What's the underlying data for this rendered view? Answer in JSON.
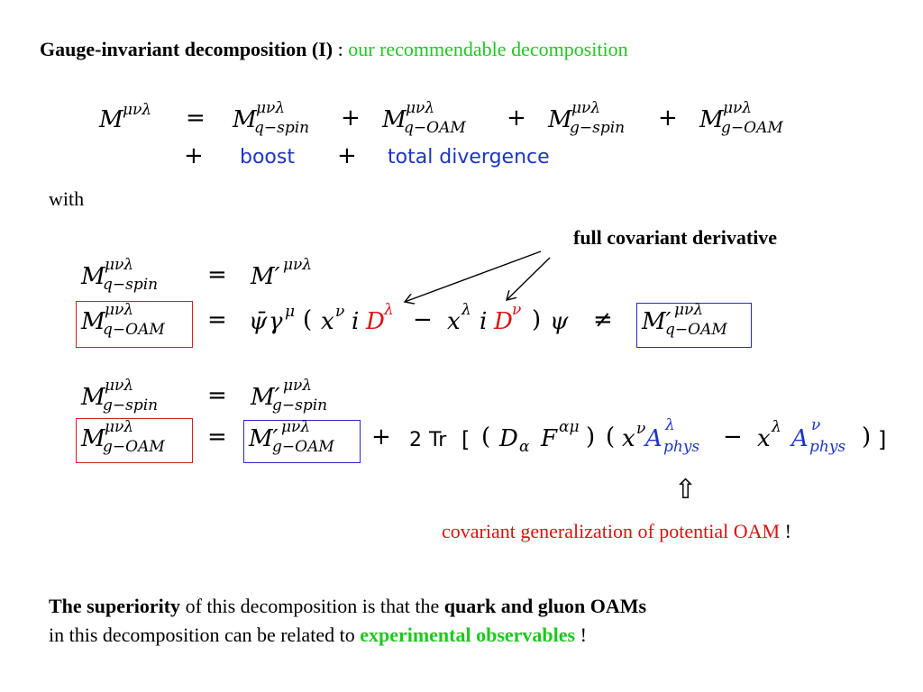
{
  "title": {
    "bold": "Gauge-invariant decomposition (I)",
    "sep": " : ",
    "green": "our recommendable decomposition"
  },
  "eq1": {
    "lhs": "M",
    "lhs_sup": "μνλ",
    "eq": "=",
    "plus": "+",
    "terms": [
      {
        "base": "M",
        "sup": "μνλ",
        "sub": "q−spin"
      },
      {
        "base": "M",
        "sup": "μνλ",
        "sub": "q−OAM"
      },
      {
        "base": "M",
        "sup": "μνλ",
        "sub": "g−spin"
      },
      {
        "base": "M",
        "sup": "μνλ",
        "sub": "g−OAM"
      }
    ],
    "boost": "boost",
    "total_divergence": "total divergence"
  },
  "with_label": "with",
  "full_cov_label": "full covariant derivative",
  "qspin": {
    "lhs_sub": "q−spin",
    "rhs_prime": "M′",
    "sup": "μνλ",
    "eq": "="
  },
  "qoam": {
    "lhs_sub": "q−OAM",
    "psibar": "ψ̄",
    "gamma": "γ",
    "gamma_sup": "μ",
    "open": "(",
    "x": "x",
    "nu": "ν",
    "lambda": "λ",
    "i": "i",
    "D": "D",
    "minus": "−",
    "close": ")",
    "psi": "ψ",
    "neq": "≠",
    "rhs_sub": "q−OAM"
  },
  "gspin": {
    "lhs_sub": "g−spin",
    "rhs_sub": "g−spin"
  },
  "goam": {
    "lhs_sub": "g−OAM",
    "rhs_sub": "g−OAM",
    "two": "2",
    "tr": "Tr",
    "lbr": "[",
    "rbr": "]",
    "D_alpha": "D",
    "alpha": "α",
    "F": "F",
    "F_sup": "αμ",
    "A": "A",
    "phys": "phys"
  },
  "arrow_glyph": "⇧",
  "cov_gen": {
    "red": "covariant generalization of potential OAM",
    "end": " !"
  },
  "bottom": {
    "line1_bold1": "The superiority",
    "line1_mid": " of this decomposition is that the ",
    "line1_bold2": "quark and gluon OAMs",
    "line2_start": "in this decomposition can be related to ",
    "line2_green": "experimental observables",
    "line2_end": " !"
  },
  "colors": {
    "green": "#1ec81e",
    "red": "#dd1111",
    "blue": "#1d35c8"
  }
}
